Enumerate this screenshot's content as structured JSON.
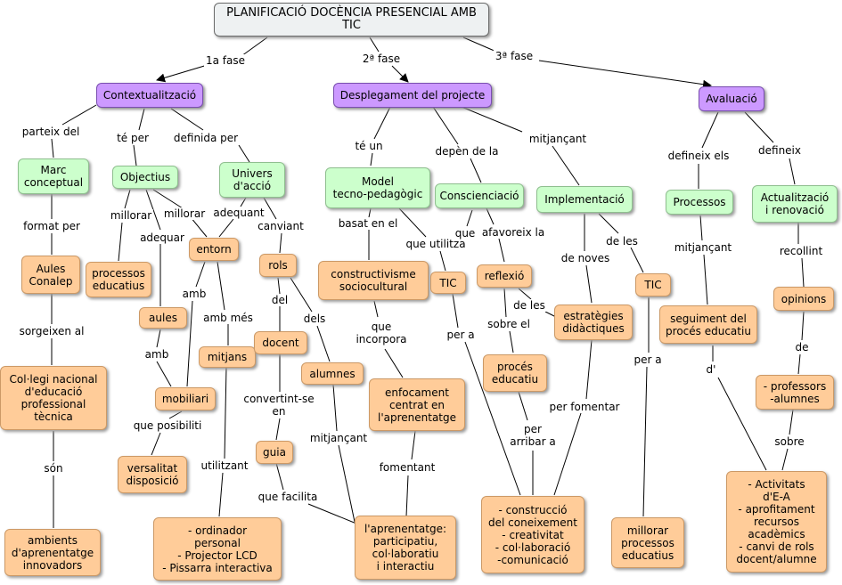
{
  "title": "PLANIFICACIÓ DOCÈNCIA PRESENCIAL AMB TIC",
  "nodes": {
    "contextualitzacio": "Contextualització",
    "desplegament": "Desplegament del projecte",
    "avaluacio": "Avaluació",
    "marc": "Marc\nconceptual",
    "objectius": "Objectius",
    "univers": "Univers\nd'acció",
    "model": "Model\ntecno-pedagògic",
    "conscienciacio": "Conscienciació",
    "implementacio": "Implementació",
    "processos": "Processos",
    "actualitzacio": "Actualització\ni renovació",
    "aules_conalep": "Aules\nConalep",
    "processos_educatius": "processos\neducatius",
    "entorn": "entorn",
    "rols": "rols",
    "constructivisme": "constructivisme\nsociocultural",
    "tic1": "TIC",
    "reflexio": "reflexió",
    "tic2": "TIC",
    "seguiment": "seguiment del\nprocés educatiu",
    "opinions": "opinions",
    "aules": "aules",
    "mitjans": "mitjans",
    "docent": "docent",
    "estrategies": "estratègies\ndidàctiques",
    "col_legi": "Col·legi nacional\nd'educació\nprofessional\ntècnica",
    "alumnes": "alumnes",
    "proces_educatiu": "procés\neducatiu",
    "professors": "- professors\n-alumnes",
    "mobiliari": "mobiliari",
    "enfocament": "enfocament\ncentrat en\nl'aprenentatge",
    "guia": "guia",
    "versalitat": "versalitat\ndisposició",
    "activitats": "- Activitats\nd'E-A\n- aprofitament\nrecursos\nacadèmics\n- canvi de rols\ndocent/alumne",
    "construccio": "- construcció\ndel coneixement\n- creativitat\n- col·laboració\n-comunicació",
    "ordinador": "- ordinador\npersonal\n- Projector LCD\n- Pissarra interactiva",
    "aprenentatge": "l'aprenentatge:\nparticipatiu,\ncol·laboratiu\ni interactiu",
    "ambients": "ambients\nd'aprenentatge\ninnovadors",
    "millorar_proc": "millorar\nprocessos\neducatius"
  },
  "links": {
    "fase1": "1a fase",
    "fase2": "2ª fase",
    "fase3": "3ª fase",
    "parteix_del": "parteix del",
    "te_per": "té per",
    "definida_per": "definida per",
    "te_un": "té un",
    "depen_de_la": "depèn de la",
    "mitjancant_top": "mitjançant",
    "defineix_els": "defineix els",
    "defineix": "defineix",
    "format_per": "format per",
    "millorar1": "millorar",
    "millorar2": "millorar",
    "adequant": "adequant",
    "canviant": "canviant",
    "basat_en_el": "basat en el",
    "que_utilitza": "que utilitza",
    "que": "que",
    "afavoreix_la": "afavoreix la",
    "de_noves": "de noves",
    "de_les1": "de les",
    "mitjancant_av": "mitjançant",
    "recollint": "recollint",
    "adequar": "adequar",
    "amb1": "amb",
    "del": "del",
    "sorgeixen_al": "sorgeixen al",
    "amb_mes": "amb més",
    "dels": "dels",
    "que_incorpora": "que\nincorpora",
    "per_a1": "per a",
    "sobre_el": "sobre el",
    "de_les2": "de les",
    "de": "de",
    "per_a2": "per a",
    "amb2": "amb",
    "d_apos": "d'",
    "convertint": "convertint-se\nen",
    "per_fomentar": "per fomentar",
    "que_posibiliti": "que posibiliti",
    "mitjancant_low": "mitjançant",
    "per_arribar": "per\narribar a",
    "sobre": "sobre",
    "son": "són",
    "utilitzant": "utilitzant",
    "fomentant": "fomentant",
    "que_facilita": "que facilita"
  }
}
